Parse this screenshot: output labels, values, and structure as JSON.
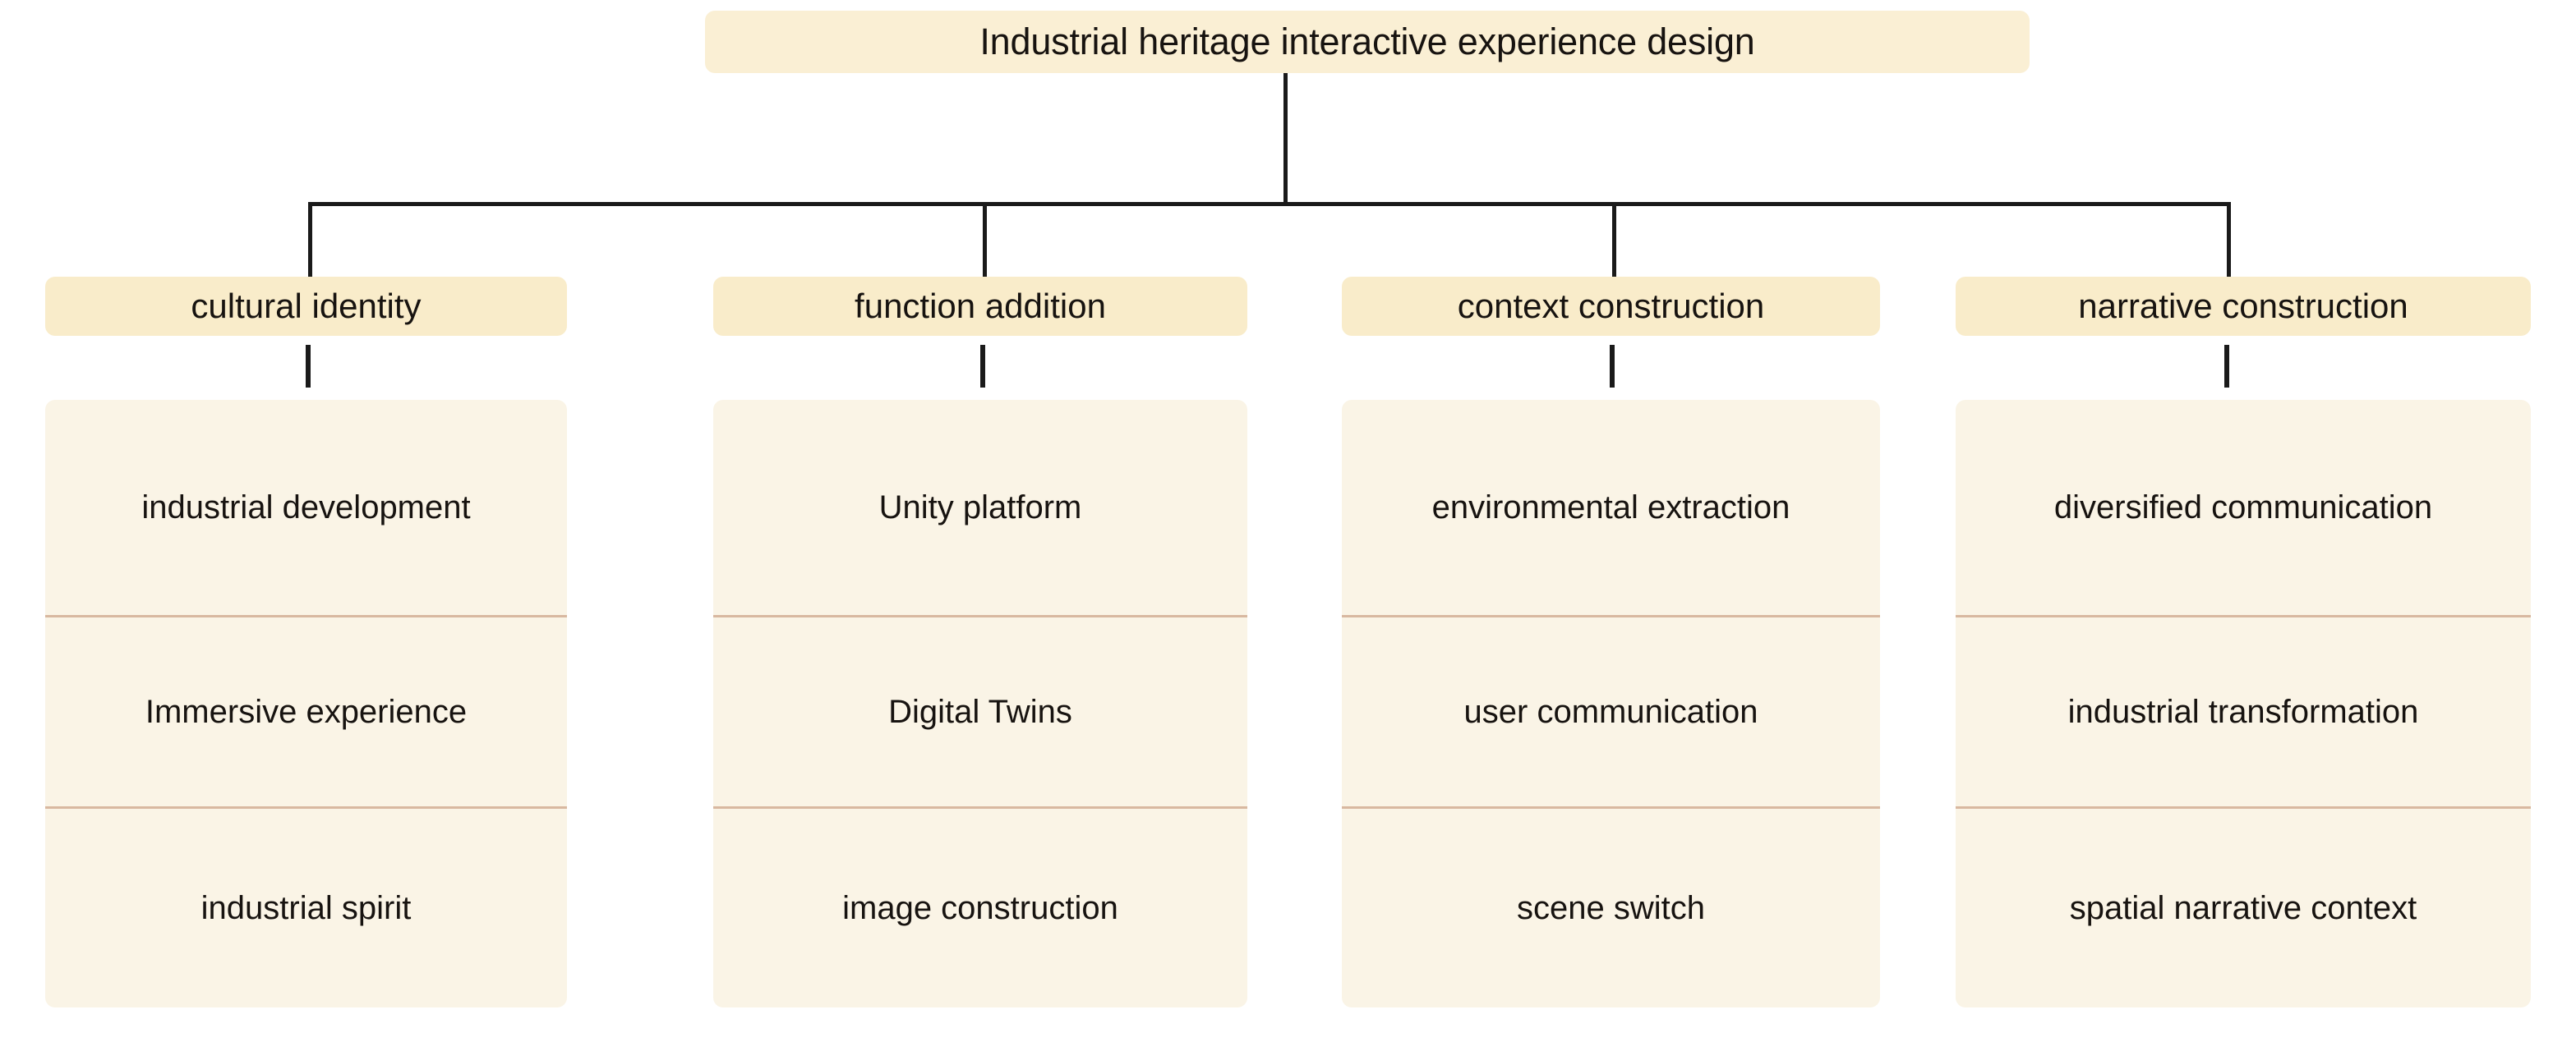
{
  "diagram": {
    "type": "tree",
    "orientation": "top-down",
    "root": {
      "label": "Industrial heritage interactive experience design"
    },
    "colors": {
      "page_background": "#ffffff",
      "root_fill": "#faefd4",
      "category_header_fill": "#f9ecca",
      "category_body_fill": "#faf4e6",
      "divider": "#d8b8a0",
      "connector": "#1a1a1a",
      "text": "#171310"
    },
    "categories": [
      {
        "label": "cultural identity",
        "items": [
          "industrial development",
          "Immersive experience",
          "industrial spirit"
        ]
      },
      {
        "label": "function addition",
        "items": [
          "Unity platform",
          "Digital Twins",
          "image construction"
        ]
      },
      {
        "label": "context construction",
        "items": [
          "environmental extraction",
          "user communication",
          "scene switch"
        ]
      },
      {
        "label": "narrative construction",
        "items": [
          "diversified communication",
          "industrial transformation",
          "spatial narrative context"
        ]
      }
    ]
  }
}
